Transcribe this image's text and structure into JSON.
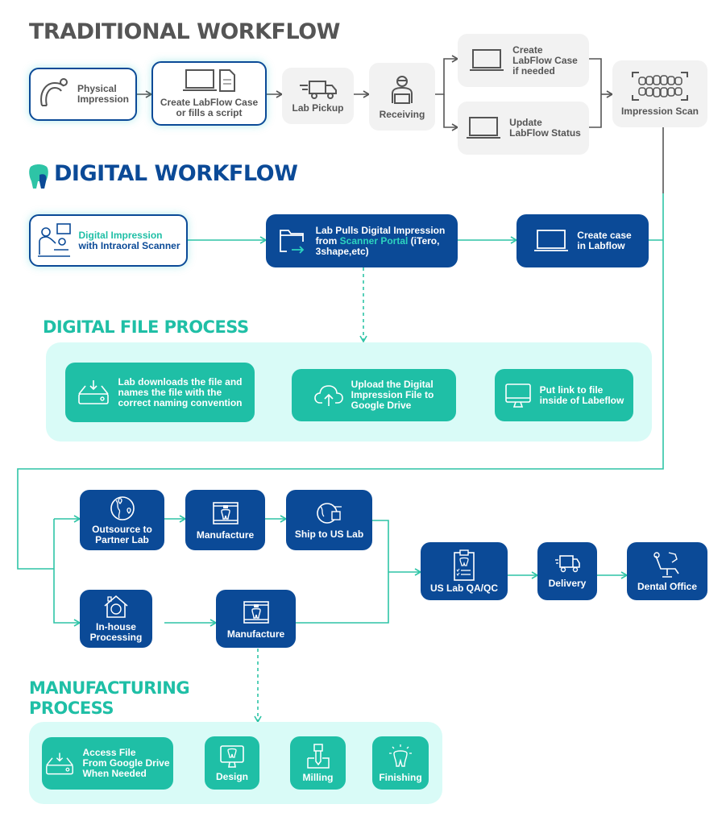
{
  "traditional": {
    "title": "TRADITIONAL WORKFLOW",
    "steps": {
      "physical_impression": "Physical\nImpression",
      "create_labflow_case": "Create LabFlow Case\nor fills a script",
      "lab_pickup": "Lab Pickup",
      "receiving": "Receiving",
      "create_if_needed": "Create\nLabFlow Case\nif needed",
      "update_status": "Update\nLabFlow Status",
      "impression_scan": "Impression Scan"
    }
  },
  "digital": {
    "title": "DIGITAL WORKFLOW",
    "steps": {
      "digital_impression_a": "Digital Impression",
      "digital_impression_b": "with Intraoral Scanner",
      "lab_pulls_a": "Lab Pulls Digital Impression",
      "lab_pulls_b1": "from ",
      "lab_pulls_highlight": "Scanner Portal",
      "lab_pulls_b2": " (iTero,",
      "lab_pulls_c": "3shape,etc)",
      "create_case": "Create case\nin Labflow"
    }
  },
  "digital_file": {
    "title": "DIGITAL FILE PROCESS",
    "steps": {
      "download": "Lab downloads the file and\nnames the file with the\ncorrect naming convention",
      "upload": "Upload the Digital\nImpression File to\nGoogle Drive",
      "put_link": "Put link to file\ninside of Labeflow"
    }
  },
  "production": {
    "outsource": "Outsource to\nPartner Lab",
    "manufacture_1": "Manufacture",
    "ship": "Ship to US Lab",
    "inhouse": "In-house\nProcessing",
    "manufacture_2": "Manufacture",
    "qa": "US Lab QA/QC",
    "delivery": "Delivery",
    "dental_office": "Dental Office"
  },
  "manufacturing": {
    "title_1": "MANUFACTURING",
    "title_2": "PROCESS",
    "steps": {
      "access": "Access File\nFrom Google Drive\nWhen Needed",
      "design": "Design",
      "milling": "Milling",
      "finishing": "Finishing"
    }
  },
  "colors": {
    "navy": "#0b4a97",
    "teal": "#1fbfa6",
    "panel": "#d9fbf7",
    "grey_box": "#f2f2f2",
    "grey_text": "#555555",
    "line_teal": "#2ec4a6"
  }
}
